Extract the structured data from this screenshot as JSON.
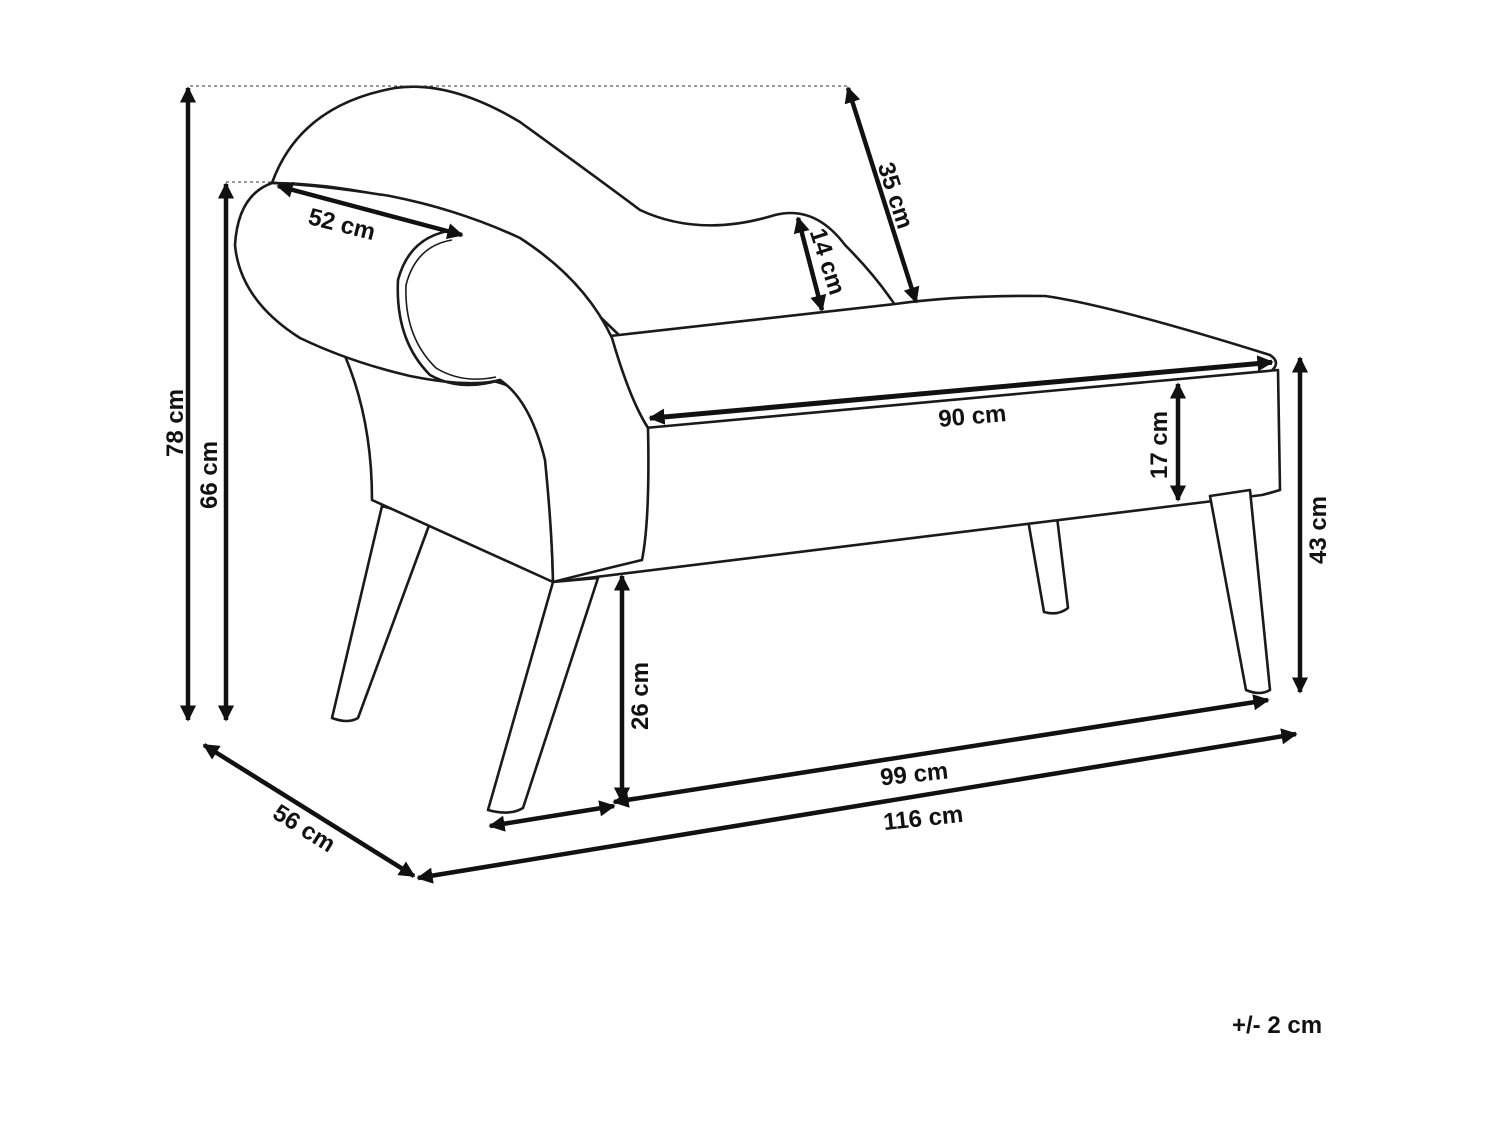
{
  "dimensions": {
    "total_height": "78 cm",
    "arm_height": "66 cm",
    "backrest_length": "52 cm",
    "back_top_depth": "35 cm",
    "back_thickness": "14 cm",
    "seat_length": "90 cm",
    "seat_cushion_height": "17 cm",
    "seat_height": "43 cm",
    "leg_height": "26 cm",
    "leg_span": "99 cm",
    "total_length": "116 cm",
    "total_depth": "56 cm"
  },
  "tolerance": "+/- 2 cm",
  "colors": {
    "line": "#1a1a1a",
    "background": "#ffffff"
  }
}
